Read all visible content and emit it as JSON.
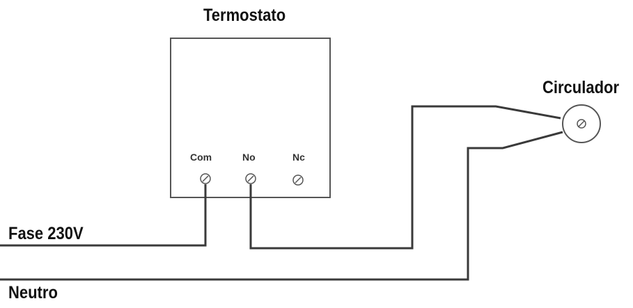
{
  "title": "Termostato",
  "terminals": {
    "com": "Com",
    "no": "No",
    "nc": "Nc"
  },
  "pump_label": "Circulador",
  "phase_label": "Fase 230V",
  "neutral_label": "Neutro",
  "colors": {
    "wire": "#3a3a3a",
    "box": "#555555",
    "text": "#111111"
  }
}
